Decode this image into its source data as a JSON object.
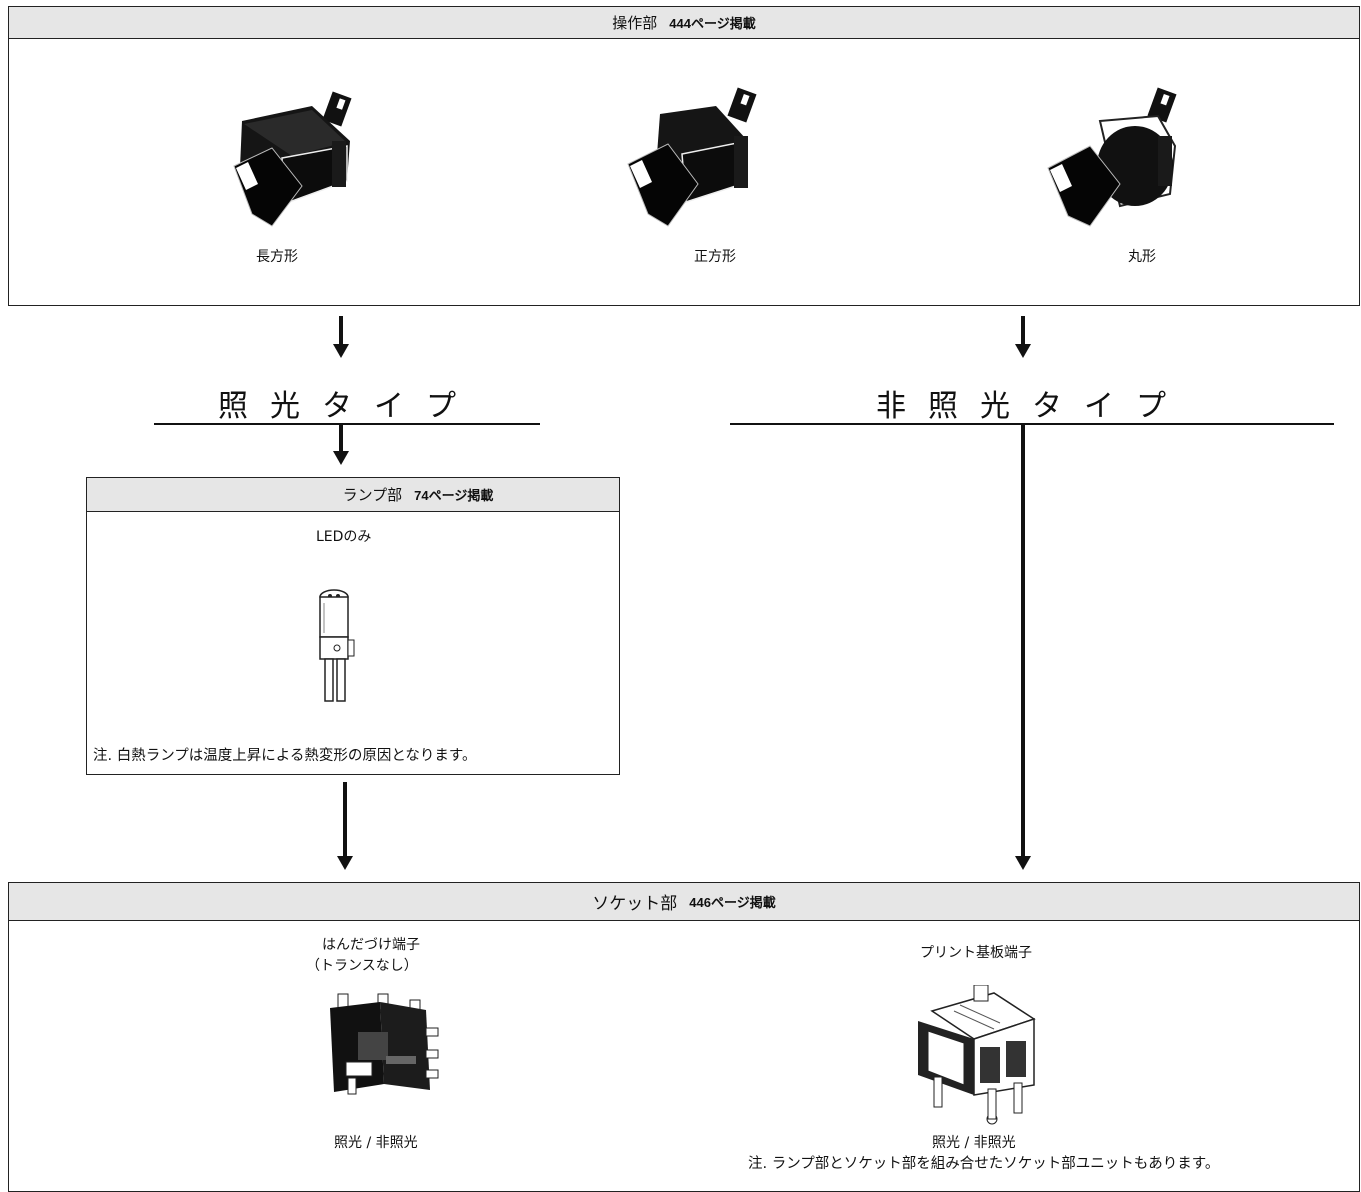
{
  "operation": {
    "title": "操作部",
    "page_ref": "444ページ掲載",
    "items": [
      {
        "label": "長方形",
        "icon": "rectangular-switch-icon"
      },
      {
        "label": "正方形",
        "icon": "square-switch-icon"
      },
      {
        "label": "丸形",
        "icon": "round-switch-icon"
      }
    ]
  },
  "branches": {
    "lit": "照光タイプ",
    "unlit": "非照光タイプ"
  },
  "lamp": {
    "title": "ランプ部",
    "page_ref": "74ページ掲載",
    "subtitle": "LEDのみ",
    "icon": "led-lamp-icon",
    "note": "注. 白熱ランプは温度上昇による熱変形の原因となります。"
  },
  "socket": {
    "title": "ソケット部",
    "page_ref": "446ページ掲載",
    "left": {
      "title_line1": "はんだづけ端子",
      "title_line2": "（トランスなし）",
      "caption": "照光 / 非照光",
      "icon": "solder-terminal-socket-icon"
    },
    "right": {
      "title": "プリント基板端子",
      "caption": "照光 / 非照光",
      "note": "注. ランプ部とソケット部を組み合せたソケット部ユニットもあります。",
      "icon": "pcb-terminal-socket-icon"
    }
  }
}
